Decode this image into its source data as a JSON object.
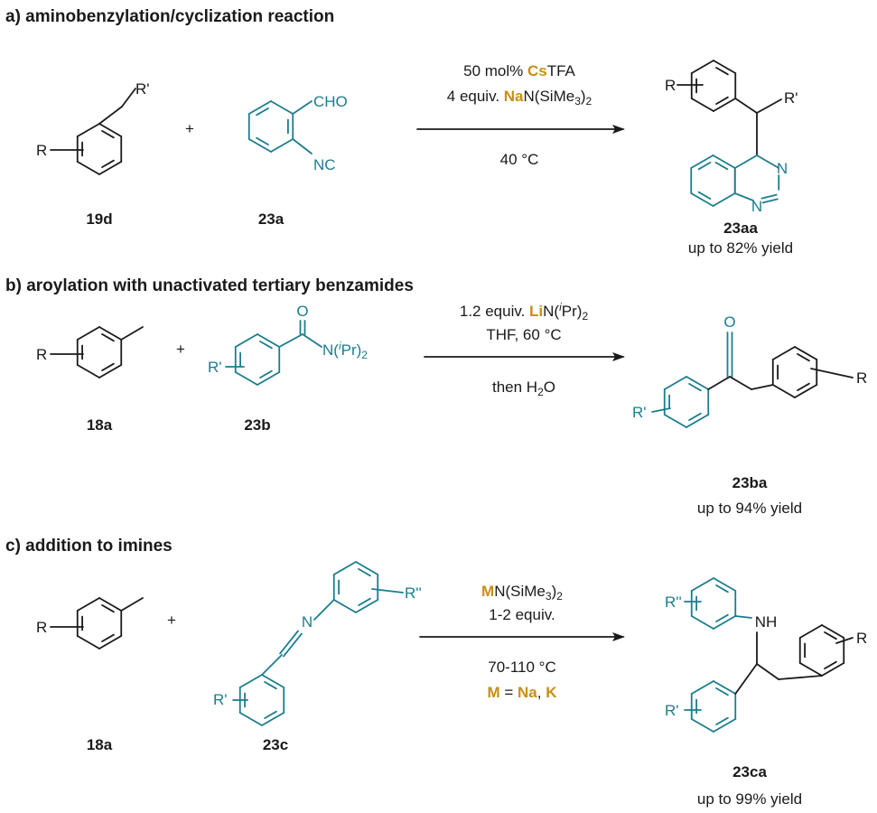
{
  "colors": {
    "teal": "#1b7d8c",
    "gold": "#c98e12",
    "black": "#1a1a1a"
  },
  "sections": {
    "a": {
      "title": "a) aminobenzylation/cyclization reaction",
      "reactant1": {
        "label": "19d",
        "R": "R",
        "R1": "R'"
      },
      "plus": "+",
      "reactant2": {
        "label": "23a",
        "CHO": "CHO",
        "NC": "NC"
      },
      "conditions": {
        "line1": [
          "50 mol% ",
          "Cs",
          "TFA"
        ],
        "line2": [
          "4 equiv. ",
          "Na",
          "N(SiMe",
          "3",
          ")",
          "2"
        ],
        "below": "40 °C"
      },
      "product": {
        "label": "23aa",
        "yield": "up to 82% yield",
        "R": "R",
        "R1": "R'",
        "N1": "N",
        "N2": "N"
      }
    },
    "b": {
      "title": "b) aroylation with unactivated tertiary benzamides",
      "reactant1": {
        "label": "18a",
        "R": "R"
      },
      "plus": "+",
      "reactant2": {
        "label": "23b",
        "R1": "R'",
        "O": "O",
        "amide": [
          "N(",
          "i",
          "Pr)",
          "2"
        ]
      },
      "conditions": {
        "line1": [
          "1.2 equiv. ",
          "Li",
          "N(",
          "i",
          "Pr)",
          "2"
        ],
        "line2": "THF, 60 °C",
        "below": [
          "then H",
          "2",
          "O"
        ]
      },
      "product": {
        "label": "23ba",
        "yield": "up to 94% yield",
        "R": "R",
        "R1": "R'",
        "O": "O"
      }
    },
    "c": {
      "title": "c) addition to imines",
      "reactant1": {
        "label": "18a",
        "R": "R"
      },
      "plus": "+",
      "reactant2": {
        "label": "23c",
        "R1": "R'",
        "R2": "R''",
        "N": "N"
      },
      "conditions": {
        "line1": [
          "M",
          "N(SiMe",
          "3",
          ")",
          "2"
        ],
        "line2": "1-2 equiv.",
        "below1": "70-110 °C",
        "below2": [
          "M",
          " = ",
          "Na",
          ", ",
          "K"
        ]
      },
      "product": {
        "label": "23ca",
        "yield": "up to 99% yield",
        "R": "R",
        "R1": "R'",
        "R2": "R''",
        "NH": "NH"
      }
    }
  }
}
